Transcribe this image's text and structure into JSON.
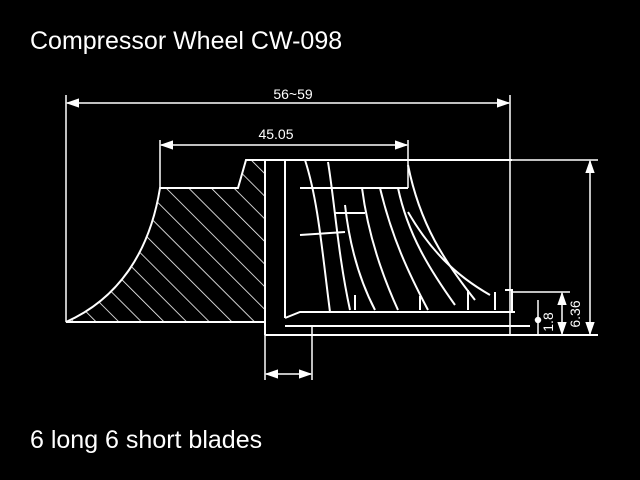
{
  "title": "Compressor Wheel CW-098",
  "caption": "6 long 6 short blades",
  "dimensions": {
    "overall_diameter": "56~59",
    "inducer_diameter": "45.05",
    "height": "6.36",
    "hub_step": "1.8"
  },
  "colors": {
    "background": "#000000",
    "line": "#ffffff"
  }
}
